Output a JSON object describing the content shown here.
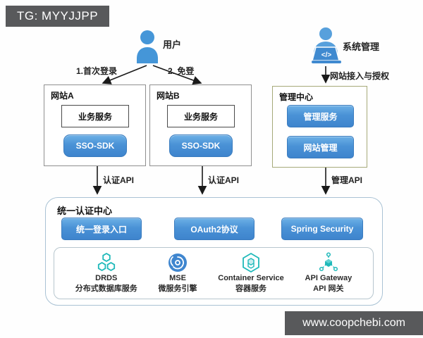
{
  "badge": {
    "text": "TG: MYYJJPP"
  },
  "watermark": {
    "text": "www.coopchebi.com"
  },
  "actors": {
    "user": {
      "label": "用户"
    },
    "admin": {
      "label": "系统管理",
      "laptop_glyph": "</>"
    }
  },
  "edges": {
    "first_login": "1.首次登录",
    "free_login": "2. 免登",
    "site_access": "网站接入与授权",
    "auth_api_a": "认证API",
    "auth_api_b": "认证API",
    "manage_api": "管理API"
  },
  "site_a": {
    "title": "网站A",
    "service": "业务服务",
    "sdk": "SSO-SDK"
  },
  "site_b": {
    "title": "网站B",
    "service": "业务服务",
    "sdk": "SSO-SDK"
  },
  "admin_center": {
    "title": "管理中心",
    "buttons": [
      "管理服务",
      "网站管理"
    ]
  },
  "auth_center": {
    "title": "统一认证中心",
    "buttons": [
      "统一登录入口",
      "OAuth2协议",
      "Spring Security"
    ],
    "services": [
      {
        "name": "DRDS",
        "desc": "分布式数据库服务"
      },
      {
        "name": "MSE",
        "desc": "微服务引擎"
      },
      {
        "name": "Container Service",
        "desc": "容器服务"
      },
      {
        "name": "API Gateway",
        "desc": "API 网关"
      }
    ]
  },
  "colors": {
    "accent_blue": "#4792d4",
    "teal": "#1fb9ba",
    "badge_bg": "#58595b",
    "olive_border": "#a6aa79"
  }
}
